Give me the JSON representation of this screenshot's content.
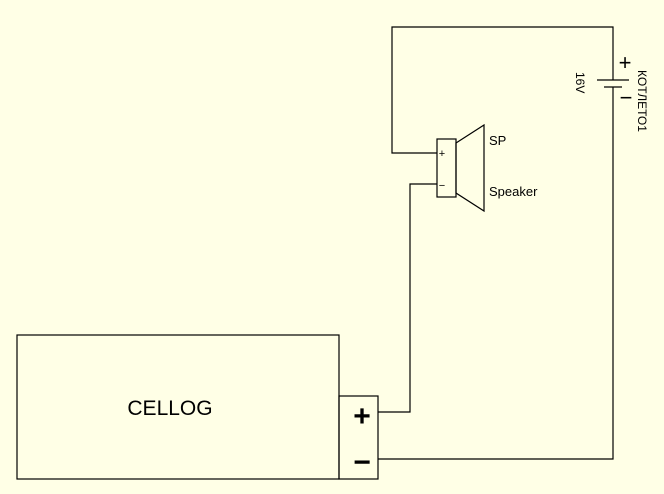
{
  "cellog": {
    "label": "CELLOG",
    "plus_terminal": "+",
    "minus_terminal": "−"
  },
  "speaker": {
    "designator": "SP",
    "value": "Speaker",
    "pin_plus": "+",
    "pin_minus": "−"
  },
  "battery": {
    "designator": "КОТЛЕТО1",
    "value": "16V",
    "plus_sign": "+",
    "minus_sign": "−"
  },
  "colors": {
    "background": "#ffffe6",
    "line": "#000000"
  }
}
